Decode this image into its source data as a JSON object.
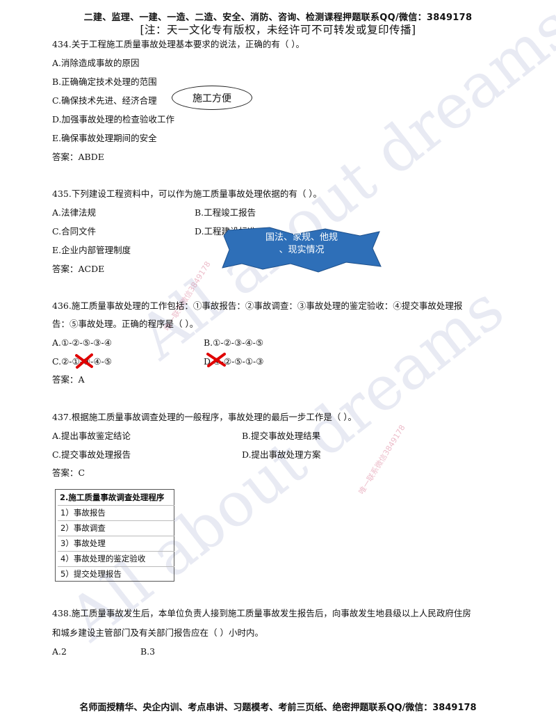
{
  "header": {
    "line1": "二建、监理、一建、一造、二造、安全、消防、咨询、检测课程押题联系QQ/微信：3849178",
    "line2": "[注：天一文化专有版权，未经许可不可转发或复印传播]"
  },
  "watermark": {
    "text1": "All about dreams",
    "text2": "All about dreams",
    "contact1": "唯一联系微信3849178",
    "contact2": "唯一联系微信3849178"
  },
  "q434": {
    "stem": "434.关于工程施工质量事故处理基本要求的说法，正确的有（    ）。",
    "a": "A.消除造成事故的原因",
    "b": "B.正确确定技术处理的范围",
    "c": "C.确保技术先进、经济合理",
    "d": "D.加强事故处理的检查验收工作",
    "e": "E.确保事故处理期间的安全",
    "answer": "答案：ABDE",
    "note": "施工方便"
  },
  "q435": {
    "stem": "435.下列建设工程资料中，可以作为施工质量事故处理依据的有（    ）。",
    "a": "A.法律法规",
    "b": "B.工程竣工报告",
    "c": "C.合同文件",
    "d": "D.工程建设标准",
    "e": "E.企业内部管理制度",
    "answer": "答案：ACDE",
    "note_line1": "国法、家规、他规",
    "note_line2": "、现实情况"
  },
  "q436": {
    "stem1": "436.施工质量事故处理的工作包括：①事故报告：②事故调查：③事故处理的鉴定验收：④提交事故处理报",
    "stem2": "告：⑤事故处理。正确的程序是（    ）。",
    "a": "A.①-②-⑤-③-④",
    "b": "B.①-②-③-④-⑤",
    "c": "C.②-①-③-④-⑤",
    "d": "D.④-②-⑤-①-③",
    "answer": "答案：A"
  },
  "q437": {
    "stem": "437.根据施工质量事故调查处理的一般程序，事故处理的最后一步工作是（    ）。",
    "a": "A.提出事故鉴定结论",
    "b": "B.提交事故处理结果",
    "c": "C.提交事故处理报告",
    "d": "D.提出事故处理方案",
    "answer": "答案：C"
  },
  "procedure_box": {
    "title": "2.施工质量事故调查处理程序",
    "items": [
      "1）事故报告",
      "2）事故调查",
      "3）事故处理",
      "4）事故处理的鉴定验收",
      "5）提交处理报告"
    ]
  },
  "q438": {
    "stem1": "438.施工质量事故发生后，本单位负责人接到施工质量事故发生报告后，向事故发生地县级以上人民政府住房",
    "stem2": "和城乡建设主管部门及有关部门报告应在（    ）小时内。",
    "a": "A.2",
    "b": "B.3"
  },
  "footer": {
    "text": "名师面授精华、央企内训、考点串讲、习题模考、考前三页纸、绝密押题联系QQ/微信：3849178"
  },
  "colors": {
    "callout_fill": "#2e6fb8",
    "cross_mark": "#e00000"
  }
}
